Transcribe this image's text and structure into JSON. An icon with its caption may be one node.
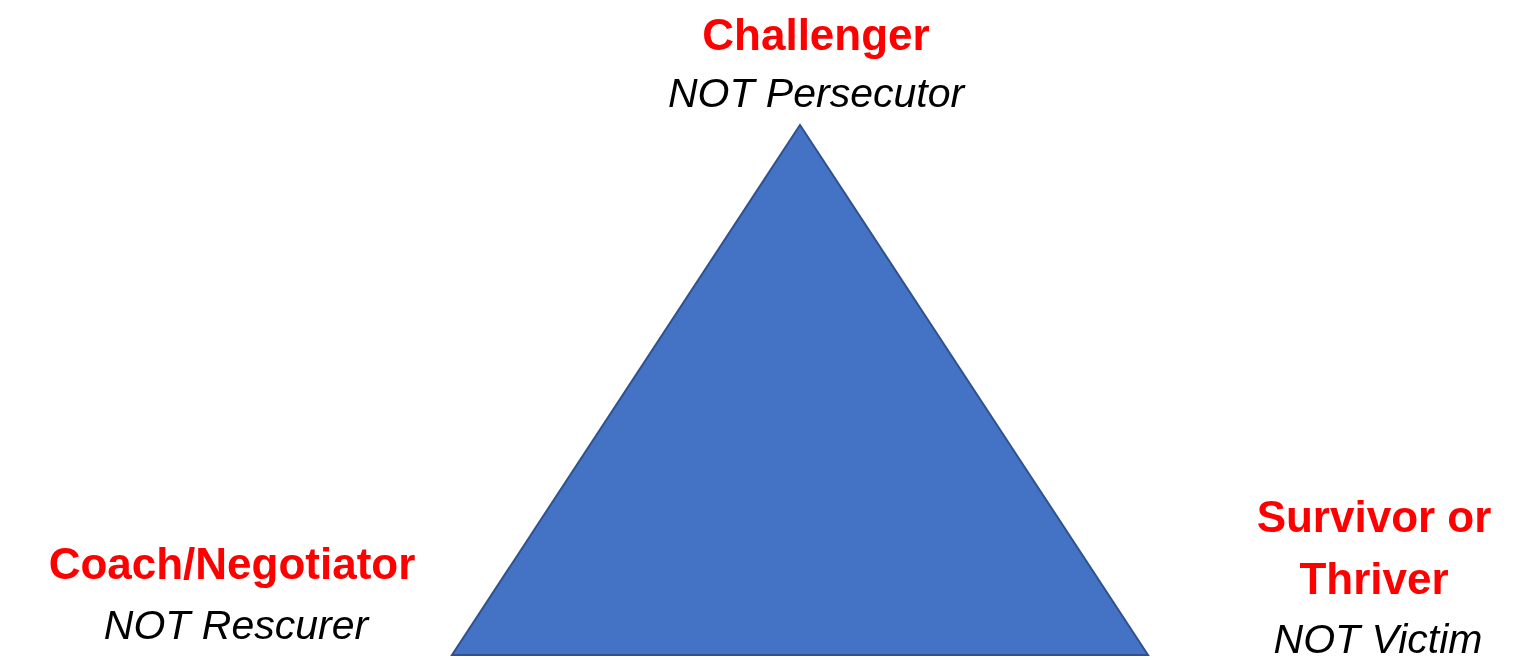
{
  "diagram": {
    "nodes": [
      {
        "text": [],
        "shape": "triangle"
      }
    ],
    "labels": [
      "Challenger",
      "NOT Persecutor",
      "Coach/Negotiator",
      "NOT Rescurer",
      "Survivor or Thriver",
      "NOT Victim"
    ]
  }
}
